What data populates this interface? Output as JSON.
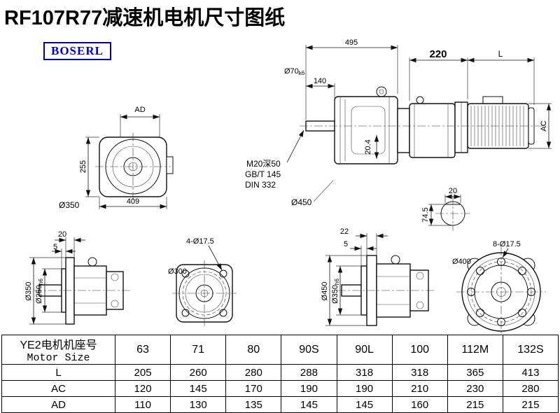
{
  "title": "RF107R77减速机电机尺寸图纸",
  "logo": "BOSERL",
  "views": {
    "front": {
      "ad": "AD",
      "height": "255",
      "width": "409",
      "dia": "Ø350"
    },
    "side": {
      "len495": "495",
      "len220": "220",
      "lenL": "L",
      "len140": "140",
      "shaft_dia": "Ø70",
      "shaft_tol": "k6",
      "ac": "AC",
      "depth": "20.4",
      "note1": "M20深50",
      "note2": "GB/T 145",
      "note3": "DIN 332",
      "flange_dia": "Ø450",
      "key_w": "20",
      "key_h": "74.5"
    },
    "flange_small": {
      "t_flange": "20",
      "t_spigot": "5",
      "dia_flange": "Ø350",
      "dia_spigot": "Ø250",
      "spigot_tol": "h6"
    },
    "face_small": {
      "holes": "4-Ø17.5",
      "dia": "Ø300"
    },
    "flange_large": {
      "t_flange": "22",
      "t_spigot": "5",
      "dia_flange": "Ø450",
      "dia_spigot": "Ø350",
      "spigot_tol": "h6"
    },
    "face_large": {
      "dia": "Ø400",
      "holes": "8-Ø17.5"
    }
  },
  "table": {
    "header_cn": "YE2电机机座号",
    "header_en": "Motor Size",
    "sizes": [
      "63",
      "71",
      "80",
      "90S",
      "90L",
      "100",
      "112M",
      "132S"
    ],
    "rows": [
      {
        "label": "L",
        "values": [
          "205",
          "260",
          "280",
          "288",
          "318",
          "318",
          "365",
          "413"
        ]
      },
      {
        "label": "AC",
        "values": [
          "120",
          "145",
          "170",
          "190",
          "190",
          "210",
          "230",
          "280"
        ]
      },
      {
        "label": "AD",
        "values": [
          "110",
          "130",
          "135",
          "145",
          "145",
          "160",
          "215",
          "215"
        ]
      }
    ]
  }
}
